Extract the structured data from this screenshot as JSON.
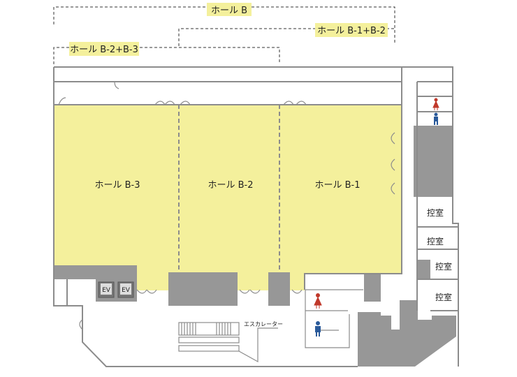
{
  "brackets": {
    "hall_b": "ホール B",
    "hall_b1_b2": "ホール B-1+B-2",
    "hall_b2_b3": "ホール B-2+B-3"
  },
  "halls": {
    "b3": "ホール B-3",
    "b2": "ホール B-2",
    "b1": "ホール B-1"
  },
  "rooms": [
    "控室",
    "控室",
    "控室",
    "控室"
  ],
  "elevators": [
    "EV",
    "EV"
  ],
  "escalator_label": "エスカレーター",
  "colors": {
    "hall": "#f4f09c",
    "label_bg": "#f4f09c",
    "core": "#979797",
    "wall": "#8c8c8c",
    "female": "#c0392b",
    "male": "#2a5a9a"
  }
}
